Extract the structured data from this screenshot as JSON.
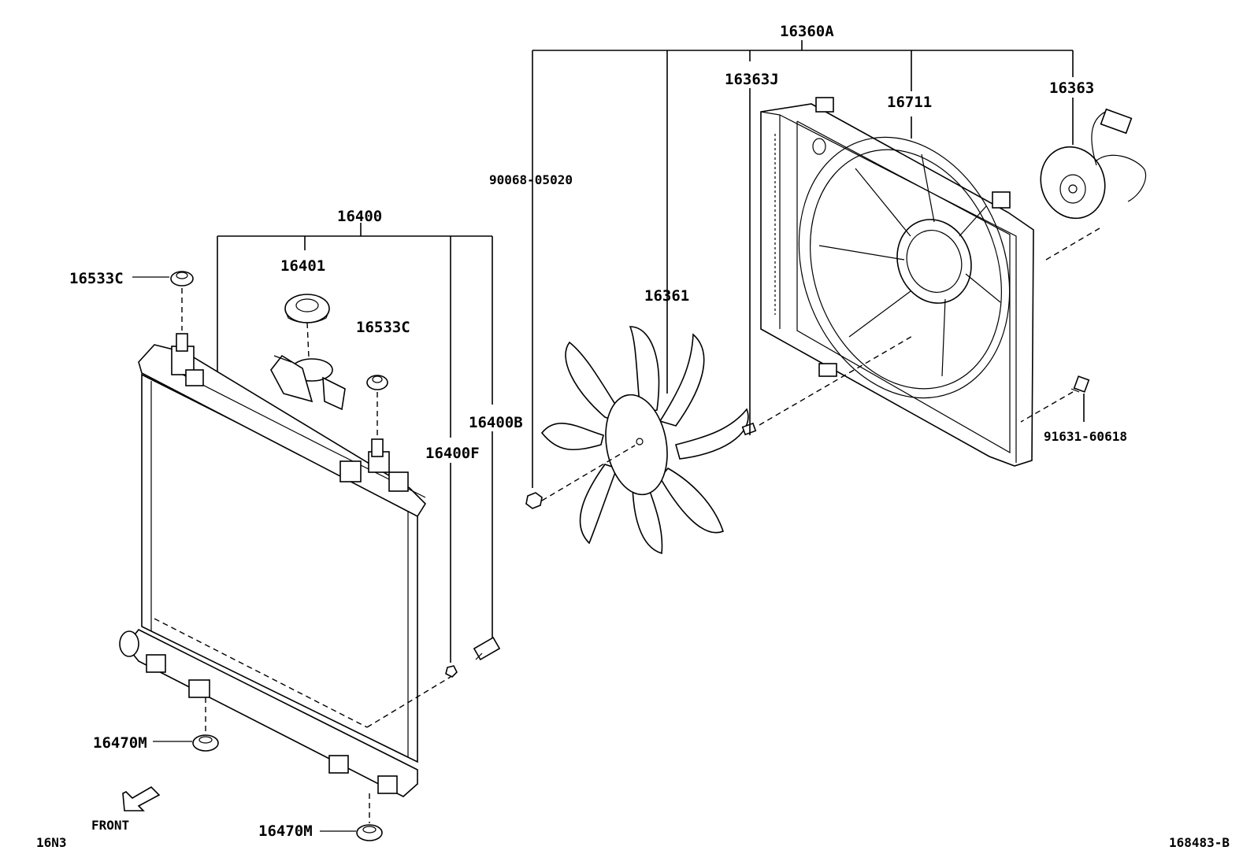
{
  "labels": {
    "p16360A": "16360A",
    "p16363J": "16363J",
    "p16711": "16711",
    "p16363": "16363",
    "p90068": "90068-05020",
    "p16361": "16361",
    "p91631": "91631-60618",
    "p16400": "16400",
    "p16401": "16401",
    "p16533C_top": "16533C",
    "p16533C_mid": "16533C",
    "p16400B": "16400B",
    "p16400F": "16400F",
    "p16470M_a": "16470M",
    "p16470M_b": "16470M",
    "front": "FRONT",
    "code_left": "16N3",
    "code_right": "168483-B"
  }
}
